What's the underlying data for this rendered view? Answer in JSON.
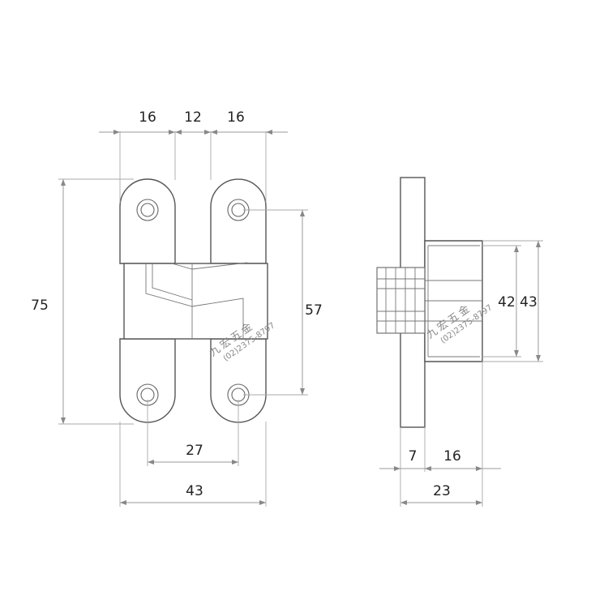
{
  "front_view": {
    "dim_width_left_leaf": "16",
    "dim_center_gap": "12",
    "dim_width_right_leaf": "16",
    "dim_total_height": "75",
    "dim_hole_vertical_spacing": "57",
    "dim_hole_horizontal_spacing": "27",
    "dim_total_width": "43"
  },
  "side_view": {
    "dim_body_height_inner": "42",
    "dim_body_height_outer": "43",
    "dim_plate_thickness": "7",
    "dim_body_depth": "16",
    "dim_total_depth": "23"
  },
  "watermark": {
    "chars": [
      "九",
      "宏",
      "五",
      "金"
    ],
    "phone": "(02)2375-8797"
  }
}
